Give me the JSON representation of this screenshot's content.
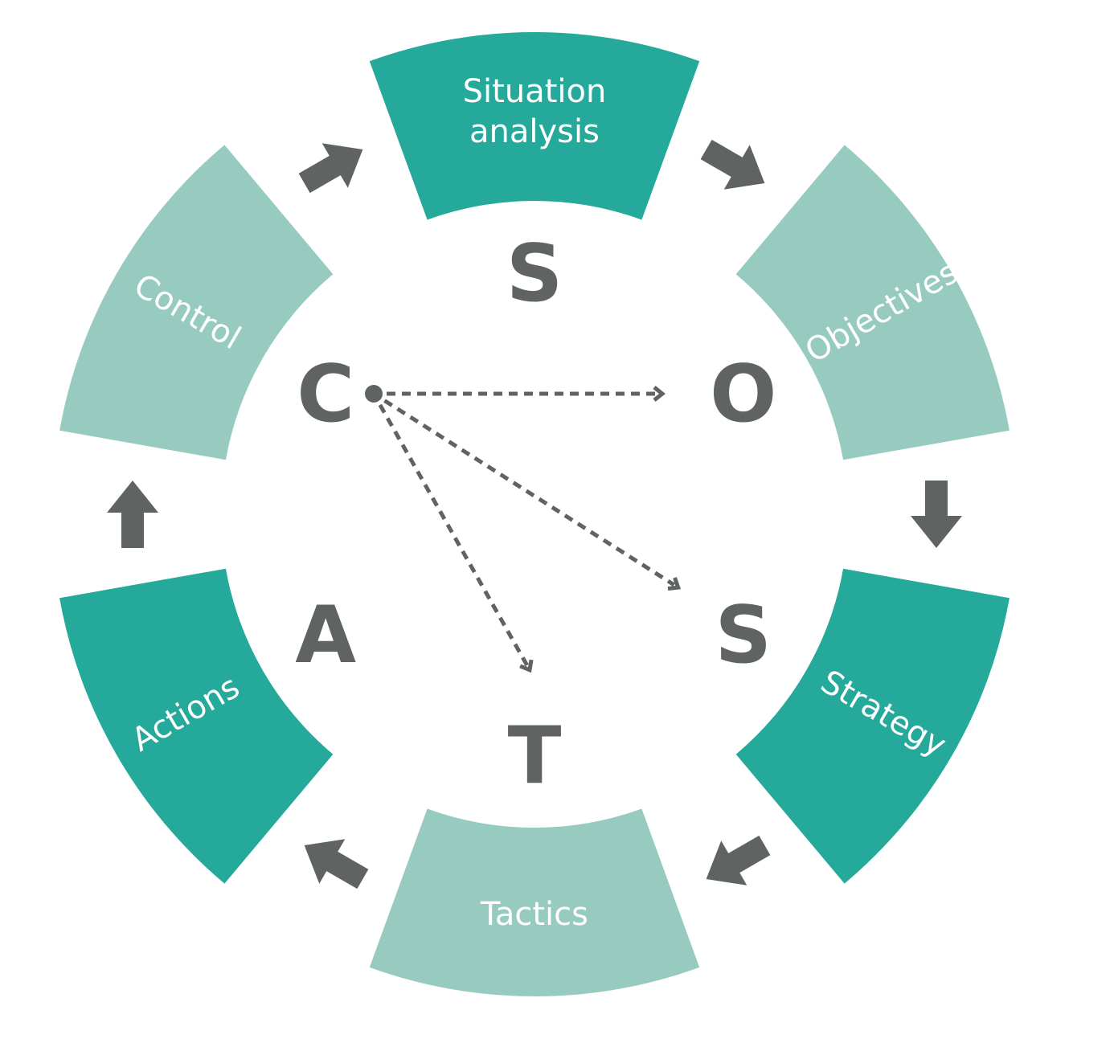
{
  "title": "SOSTAC",
  "colors": {
    "dark_teal": "#24a99a",
    "light_teal": "#97cbc0",
    "gray": "#5f6462"
  },
  "segments": [
    {
      "label_lines": [
        "Situation",
        "analysis"
      ],
      "letter": "S",
      "tone": "dark"
    },
    {
      "label_lines": [
        "Objectives"
      ],
      "letter": "O",
      "tone": "light"
    },
    {
      "label_lines": [
        "Strategy"
      ],
      "letter": "S",
      "tone": "dark"
    },
    {
      "label_lines": [
        "Tactics"
      ],
      "letter": "T",
      "tone": "light"
    },
    {
      "label_lines": [
        "Actions"
      ],
      "letter": "A",
      "tone": "dark"
    },
    {
      "label_lines": [
        "Control"
      ],
      "letter": "C",
      "tone": "light"
    }
  ],
  "cycle_direction": "clockwise",
  "feedback_arrows": {
    "from": "C",
    "to": [
      "O",
      "S",
      "T"
    ],
    "style": "dashed"
  }
}
